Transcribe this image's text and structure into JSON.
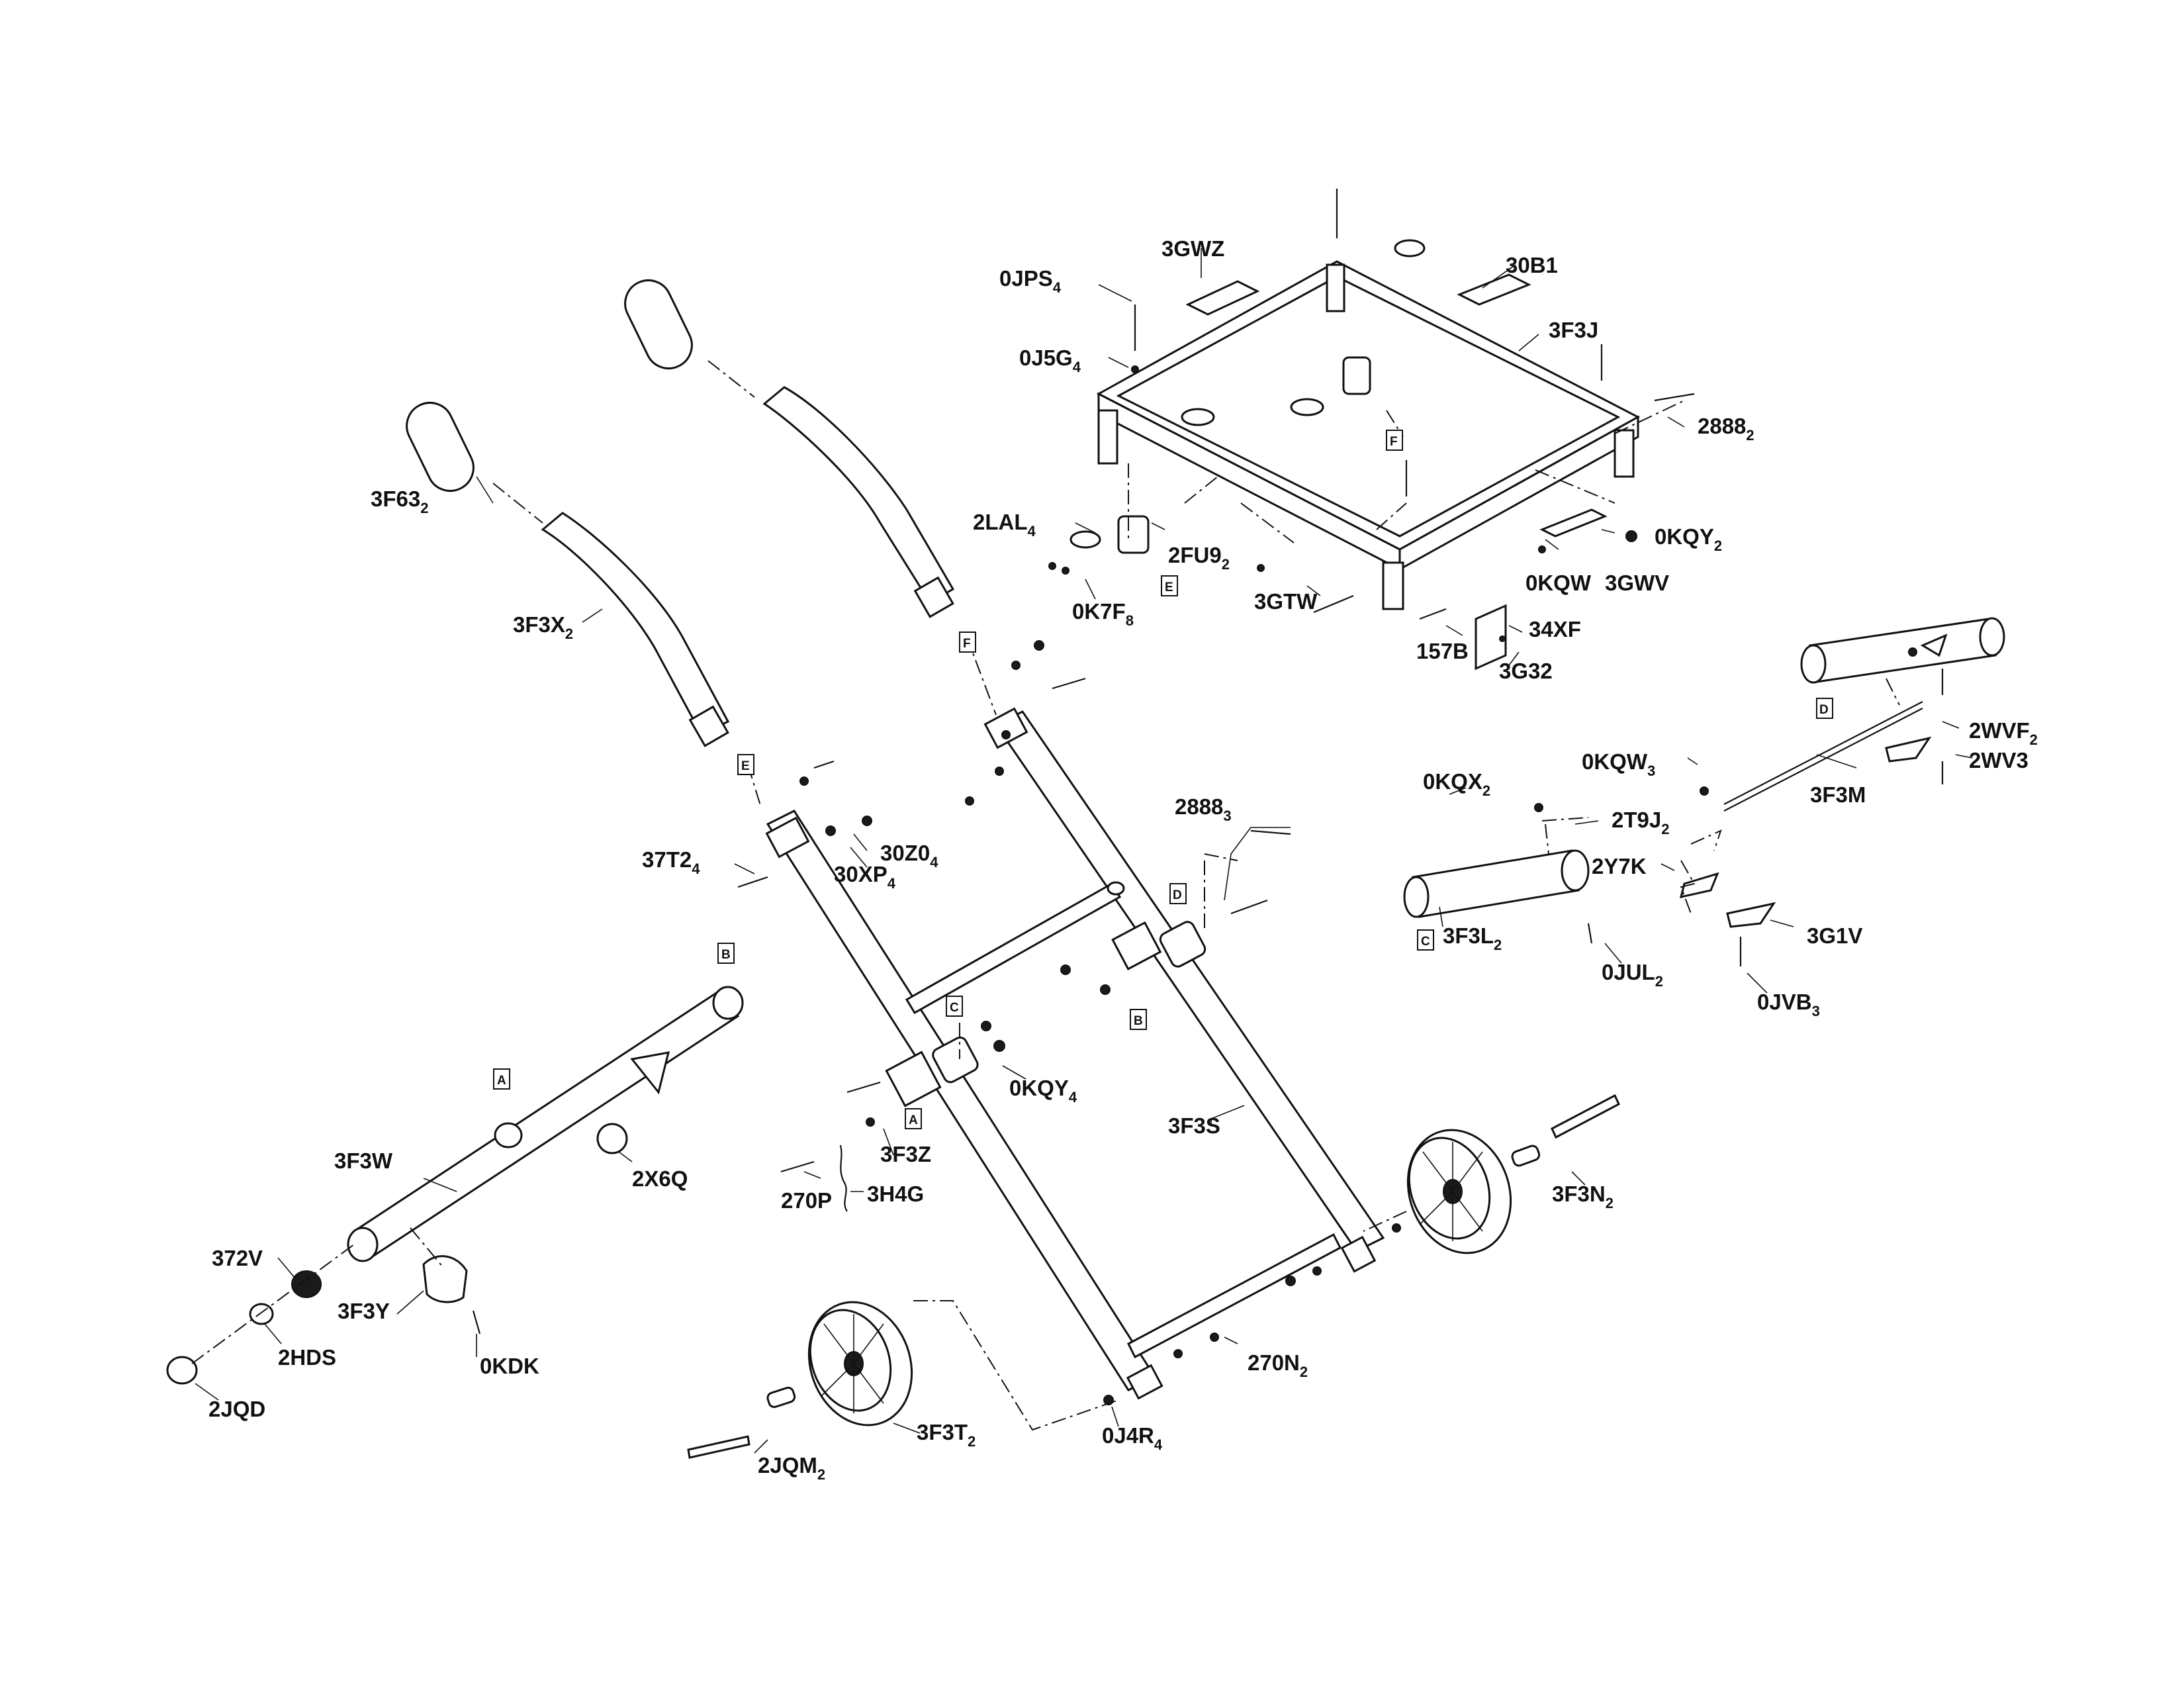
{
  "parts": [
    {
      "id": "p_0jps",
      "main": "0JPS",
      "sub": "4"
    },
    {
      "id": "p_3gwz",
      "main": "3GWZ",
      "sub": ""
    },
    {
      "id": "p_30b1",
      "main": "30B1",
      "sub": ""
    },
    {
      "id": "p_3f3j",
      "main": "3F3J",
      "sub": ""
    },
    {
      "id": "p_0j5g",
      "main": "0J5G",
      "sub": "4"
    },
    {
      "id": "p_2888a",
      "main": "2888",
      "sub": "2"
    },
    {
      "id": "p_3f63",
      "main": "3F63",
      "sub": "2"
    },
    {
      "id": "p_2lal",
      "main": "2LAL",
      "sub": "4"
    },
    {
      "id": "p_2fu9",
      "main": "2FU9",
      "sub": "2"
    },
    {
      "id": "p_0kqy2",
      "main": "0KQY",
      "sub": "2"
    },
    {
      "id": "p_0kqw",
      "main": "0KQW",
      "sub": ""
    },
    {
      "id": "p_3gwv",
      "main": "3GWV",
      "sub": ""
    },
    {
      "id": "p_0k7f",
      "main": "0K7F",
      "sub": "8"
    },
    {
      "id": "p_3gtw",
      "main": "3GTW",
      "sub": ""
    },
    {
      "id": "p_34xf",
      "main": "34XF",
      "sub": ""
    },
    {
      "id": "p_3f3x",
      "main": "3F3X",
      "sub": "2"
    },
    {
      "id": "p_157b",
      "main": "157B",
      "sub": ""
    },
    {
      "id": "p_3g32",
      "main": "3G32",
      "sub": ""
    },
    {
      "id": "p_2wvf",
      "main": "2WVF",
      "sub": "2"
    },
    {
      "id": "p_0kqw3",
      "main": "0KQW",
      "sub": "3"
    },
    {
      "id": "p_2wv3",
      "main": "2WV3",
      "sub": ""
    },
    {
      "id": "p_0kqx",
      "main": "0KQX",
      "sub": "2"
    },
    {
      "id": "p_3f3m",
      "main": "3F3M",
      "sub": ""
    },
    {
      "id": "p_2t9j",
      "main": "2T9J",
      "sub": "2"
    },
    {
      "id": "p_2888b",
      "main": "2888",
      "sub": "3"
    },
    {
      "id": "p_37t2",
      "main": "37T2",
      "sub": "4"
    },
    {
      "id": "p_30z0",
      "main": "30Z0",
      "sub": "4"
    },
    {
      "id": "p_30xp",
      "main": "30XP",
      "sub": "4"
    },
    {
      "id": "p_2y7k",
      "main": "2Y7K",
      "sub": ""
    },
    {
      "id": "p_3f3l",
      "main": "3F3L",
      "sub": "2"
    },
    {
      "id": "p_3g1v",
      "main": "3G1V",
      "sub": ""
    },
    {
      "id": "p_0jul",
      "main": "0JUL",
      "sub": "2"
    },
    {
      "id": "p_0jvb",
      "main": "0JVB",
      "sub": "3"
    },
    {
      "id": "p_0kqy4",
      "main": "0KQY",
      "sub": "4"
    },
    {
      "id": "p_3f3s",
      "main": "3F3S",
      "sub": ""
    },
    {
      "id": "p_3f3w",
      "main": "3F3W",
      "sub": ""
    },
    {
      "id": "p_2x6q",
      "main": "2X6Q",
      "sub": ""
    },
    {
      "id": "p_3f3z",
      "main": "3F3Z",
      "sub": ""
    },
    {
      "id": "p_3f3n",
      "main": "3F3N",
      "sub": "2"
    },
    {
      "id": "p_270p",
      "main": "270P",
      "sub": ""
    },
    {
      "id": "p_3h4g",
      "main": "3H4G",
      "sub": ""
    },
    {
      "id": "p_372v",
      "main": "372V",
      "sub": ""
    },
    {
      "id": "p_3f3y",
      "main": "3F3Y",
      "sub": ""
    },
    {
      "id": "p_2hds",
      "main": "2HDS",
      "sub": ""
    },
    {
      "id": "p_0kdk",
      "main": "0KDK",
      "sub": ""
    },
    {
      "id": "p_270n",
      "main": "270N",
      "sub": "2"
    },
    {
      "id": "p_2jqd",
      "main": "2JQD",
      "sub": ""
    },
    {
      "id": "p_3f3t",
      "main": "3F3T",
      "sub": "2"
    },
    {
      "id": "p_0j4r",
      "main": "0J4R",
      "sub": "4"
    },
    {
      "id": "p_2jqm",
      "main": "2JQM",
      "sub": "2"
    }
  ],
  "callouts": [
    {
      "id": "c_f1",
      "letter": "F"
    },
    {
      "id": "c_f2",
      "letter": "F"
    },
    {
      "id": "c_e1",
      "letter": "E"
    },
    {
      "id": "c_e2",
      "letter": "E"
    },
    {
      "id": "c_d1",
      "letter": "D"
    },
    {
      "id": "c_d2",
      "letter": "D"
    },
    {
      "id": "c_c1",
      "letter": "C"
    },
    {
      "id": "c_c2",
      "letter": "C"
    },
    {
      "id": "c_b1",
      "letter": "B"
    },
    {
      "id": "c_b2",
      "letter": "B"
    },
    {
      "id": "c_a1",
      "letter": "A"
    },
    {
      "id": "c_a2",
      "letter": "A"
    }
  ]
}
